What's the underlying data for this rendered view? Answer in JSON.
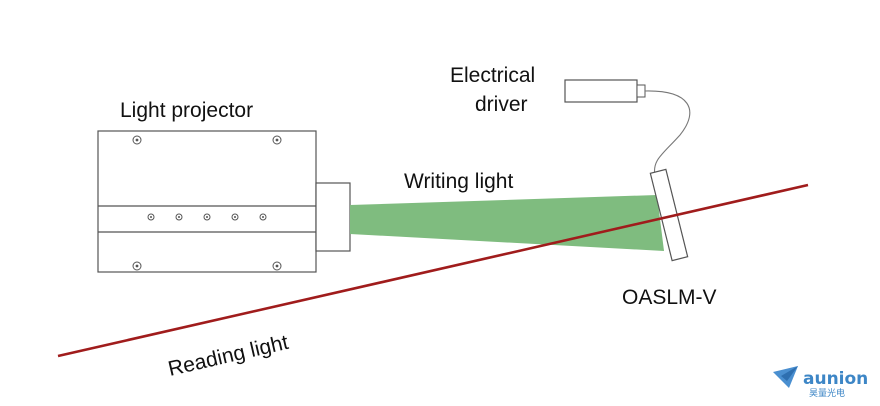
{
  "labels": {
    "light_projector": "Light projector",
    "writing_light": "Writing light",
    "electrical_driver_line1": "Electrical",
    "electrical_driver_line2": "driver",
    "oaslm": "OASLM-V",
    "reading_light": "Reading light"
  },
  "logo": {
    "wordmark": "aunion",
    "subtitle": "昊量光电"
  },
  "colors": {
    "writing_beam": "#7fbc7f",
    "reading_beam": "#a01c1c",
    "outline": "#555555",
    "logo": "#3d86c6"
  }
}
